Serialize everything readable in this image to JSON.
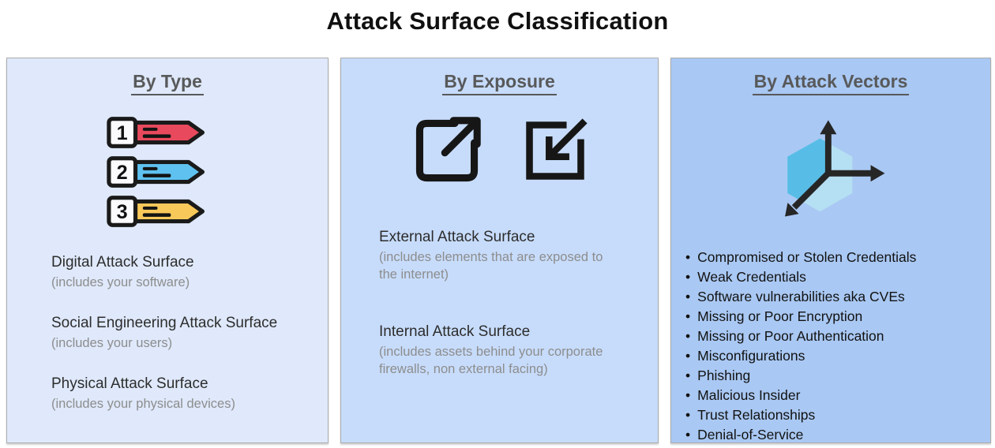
{
  "title": "Attack Surface Classification",
  "colors": {
    "panel_type_bg": "#dfe9fb",
    "panel_exposure_bg": "#c7dcfb",
    "panel_vectors_bg": "#a9c8f3",
    "heading_text": "#58595a",
    "banner_red": "#e8495c",
    "banner_blue": "#5ec1ef",
    "banner_yellow": "#f8c95a",
    "icon_stroke": "#161616",
    "hexagon_dark": "#52bbe6",
    "hexagon_light": "#b7e4f1"
  },
  "panels": [
    {
      "heading": "By Type",
      "icon": "numbered-banners-icon",
      "banner_numbers": [
        "1",
        "2",
        "3"
      ],
      "entries": [
        {
          "title": "Digital Attack Surface",
          "subtitle": "(includes your software)"
        },
        {
          "title": "Social Engineering Attack Surface",
          "subtitle": "(includes your users)"
        },
        {
          "title": "Physical Attack Surface",
          "subtitle": "(includes your physical devices)"
        }
      ]
    },
    {
      "heading": "By Exposure",
      "icons": [
        "external-arrow-box-icon",
        "internal-arrow-box-icon"
      ],
      "entries": [
        {
          "title": "External Attack Surface",
          "subtitle": "(includes elements that are exposed to the internet)"
        },
        {
          "title": "Internal Attack Surface",
          "subtitle": "(includes assets behind your corporate firewalls, non external facing)"
        }
      ]
    },
    {
      "heading": "By Attack Vectors",
      "icon": "3d-axis-cube-icon",
      "items": [
        "Compromised or Stolen Credentials",
        "Weak Credentials",
        "Software vulnerabilities aka CVEs",
        "Missing or Poor Encryption",
        "Missing or Poor Authentication",
        "Misconfigurations",
        "Phishing",
        "Malicious Insider",
        "Trust Relationships",
        "Denial-of-Service"
      ]
    }
  ]
}
